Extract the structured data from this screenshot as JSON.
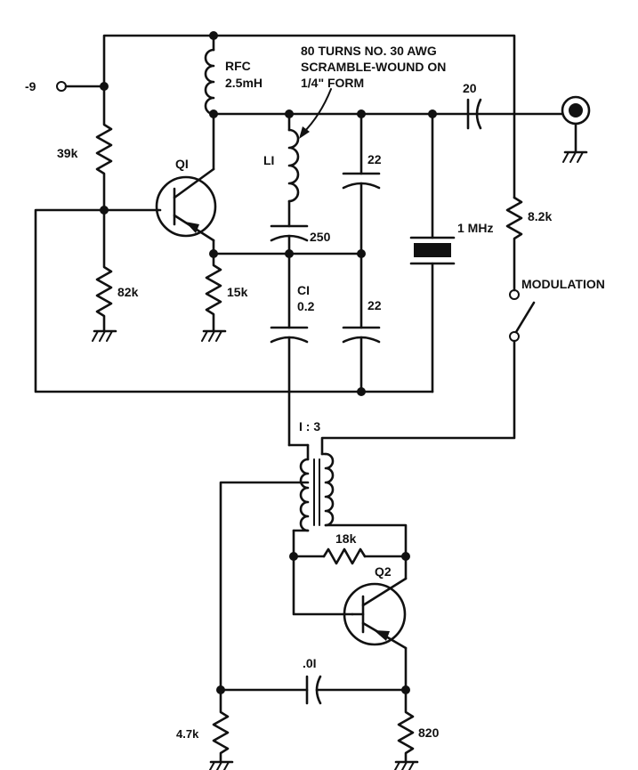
{
  "labels": {
    "supply": "-9",
    "rfc_name": "RFC",
    "rfc_value": "2.5mH",
    "coil_note_line1": "80 TURNS NO. 30 AWG",
    "coil_note_line2": "SCRAMBLE-WOUND ON",
    "coil_note_line3": "1/4\" FORM",
    "cap_out": "20",
    "r_39k": "39k",
    "q1": "QI",
    "l1": "LI",
    "c_22_top": "22",
    "crystal": "1 MHz",
    "r_8_2k": "8.2k",
    "c_250": "250",
    "r_82k": "82k",
    "r_15k": "15k",
    "c1_name": "CI",
    "c1_value": "0.2",
    "c_22_bottom": "22",
    "modulation": "MODULATION",
    "xfmr_ratio": "I : 3",
    "r_18k": "18k",
    "q2": "Q2",
    "c_01": ".0I",
    "r_4_7k": "4.7k",
    "r_820": "820"
  }
}
